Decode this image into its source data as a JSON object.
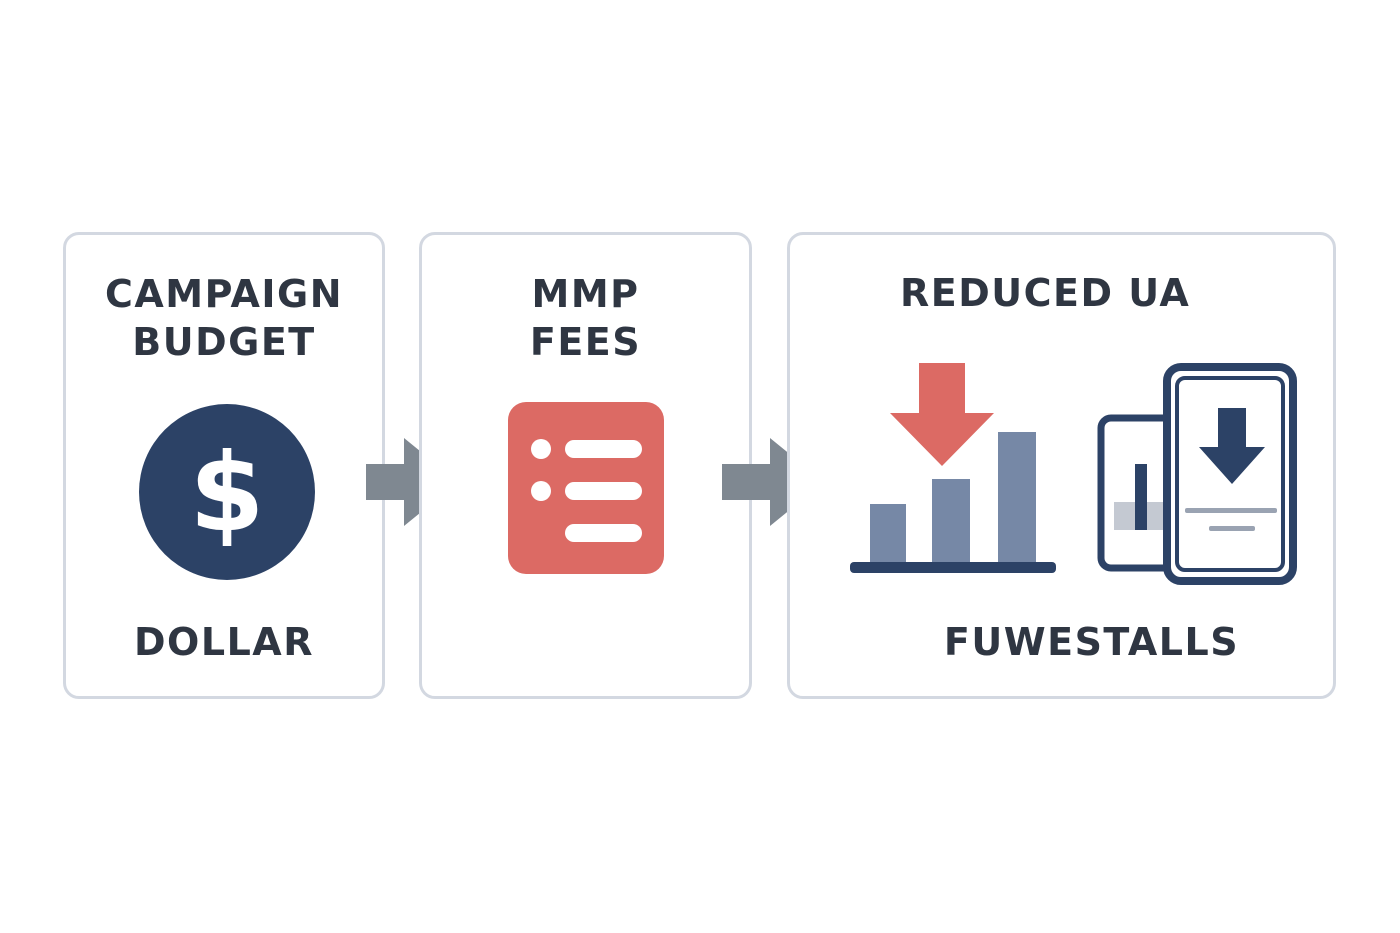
{
  "colors": {
    "navy": "#2c4266",
    "coral": "#dc6a64",
    "slate_bar": "#7688a6",
    "arrow_gray": "#7f8891",
    "card_border": "#d3d8e1",
    "text": "#2f3642"
  },
  "steps": [
    {
      "title": "CAMPAIGN\nBUDGET",
      "icon": "dollar-icon",
      "caption": "DOLLAR"
    },
    {
      "title": "MMP\nFEES",
      "icon": "list-icon"
    },
    {
      "title": "REDUCED UA",
      "icon": "chart-down-icon",
      "secondary_icon": "phone-download-icon",
      "caption": "FUWESTALLS"
    }
  ],
  "connectors": [
    {
      "icon": "arrow-right-icon"
    },
    {
      "icon": "arrow-right-icon"
    }
  ]
}
